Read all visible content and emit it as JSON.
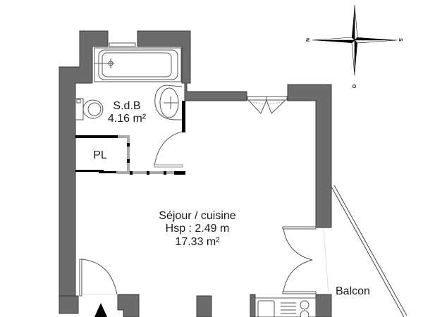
{
  "plan": {
    "wall_color": "#6b6b6b",
    "wall_stroke": "#3a3a3a",
    "background": "#ffffff",
    "rooms": {
      "sdb": {
        "name": "S.d.B",
        "area": "4.16 m²"
      },
      "pl": {
        "name": "PL"
      },
      "sejour": {
        "name": "Séjour / cuisine",
        "height": "Hsp : 2.49 m",
        "area": "17.33 m²"
      },
      "balcon": {
        "name": "Balcon"
      }
    },
    "compass": {
      "north": "N",
      "south": "S",
      "west": "O",
      "icon": "compass-rose-icon"
    },
    "entrance": {
      "icon": "entrance-arrow-icon"
    }
  }
}
